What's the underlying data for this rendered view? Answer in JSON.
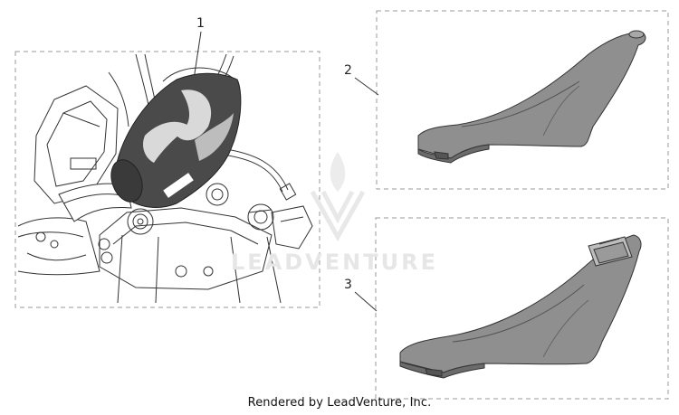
{
  "callouts": {
    "item1": "1",
    "item2": "2",
    "item3": "3"
  },
  "watermark": {
    "text": "LEADVENTURE"
  },
  "footer": {
    "text": "Rendered by LeadVenture, Inc."
  },
  "colors": {
    "frame": "#9a9a9a",
    "line": "#333333",
    "fill_dark": "#4a4a4a",
    "fill_gray": "#8f8f8f",
    "watermark": "#e6e6e6"
  }
}
